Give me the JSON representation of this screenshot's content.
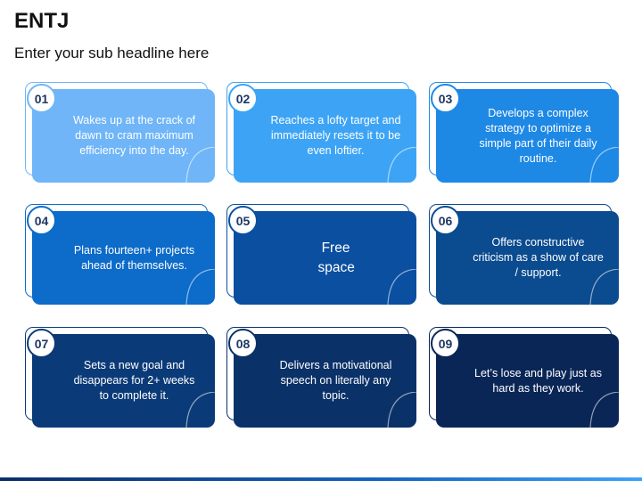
{
  "title": "ENTJ",
  "subtitle": "Enter your sub headline here",
  "cards": [
    {
      "number": "01",
      "text": "Wakes up at the crack of dawn to cram maximum efficiency into the day.",
      "color": "#6fb5f8",
      "border": "#6fb5f8"
    },
    {
      "number": "02",
      "text": "Reaches a lofty target and immediately resets it to be even loftier.",
      "color": "#3da4f5",
      "border": "#3da4f5"
    },
    {
      "number": "03",
      "text": "Develops a complex strategy to optimize a simple part of their daily routine.",
      "color": "#1e88e5",
      "border": "#1e88e5"
    },
    {
      "number": "04",
      "text": "Plans fourteen+ projects ahead of themselves.",
      "color": "#0d6bc9",
      "border": "#0d6bc9"
    },
    {
      "number": "05",
      "text": "Free space",
      "color": "#0a4fa0",
      "border": "#0a4fa0"
    },
    {
      "number": "06",
      "text": "Offers constructive criticism as a show of care / support.",
      "color": "#0b4b8f",
      "border": "#0b4b8f"
    },
    {
      "number": "07",
      "text": "Sets a new goal and disappears for 2+ weeks to complete it.",
      "color": "#0b3a78",
      "border": "#0b3a78"
    },
    {
      "number": "08",
      "text": "Delivers a motivational speech on literally any topic.",
      "color": "#0a3168",
      "border": "#0a3168"
    },
    {
      "number": "09",
      "text": "Let’s lose and play just as hard as they work.",
      "color": "#0a2657",
      "border": "#0a2657"
    }
  ]
}
